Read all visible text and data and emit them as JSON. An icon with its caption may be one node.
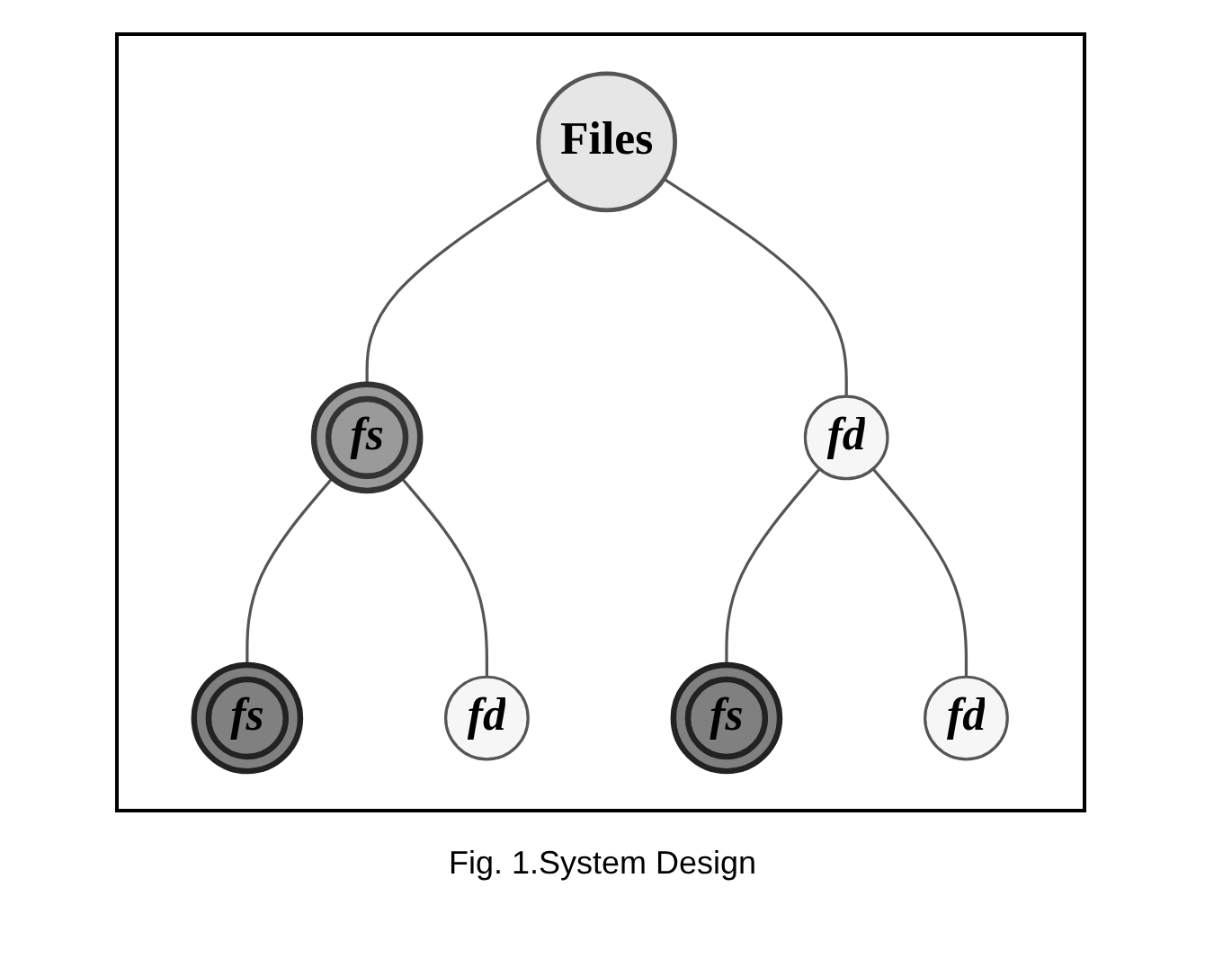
{
  "diagram": {
    "caption": "Fig. 1.System Design",
    "nodes": [
      {
        "text": [
          "Files"
        ]
      },
      {
        "text": [
          "fs"
        ]
      },
      {
        "text": [
          "fd"
        ]
      },
      {
        "text": [
          "fs"
        ]
      },
      {
        "text": [
          "fd"
        ]
      },
      {
        "text": [
          "fs"
        ]
      },
      {
        "text": [
          "fd"
        ]
      }
    ],
    "edges": [
      {
        "from": 0,
        "to": 1,
        "arrow": "none"
      },
      {
        "from": 0,
        "to": 2,
        "arrow": "none"
      },
      {
        "from": 1,
        "to": 3,
        "arrow": "none"
      },
      {
        "from": 1,
        "to": 4,
        "arrow": "none"
      },
      {
        "from": 2,
        "to": 5,
        "arrow": "none"
      },
      {
        "from": 2,
        "to": 6,
        "arrow": "none"
      }
    ]
  }
}
